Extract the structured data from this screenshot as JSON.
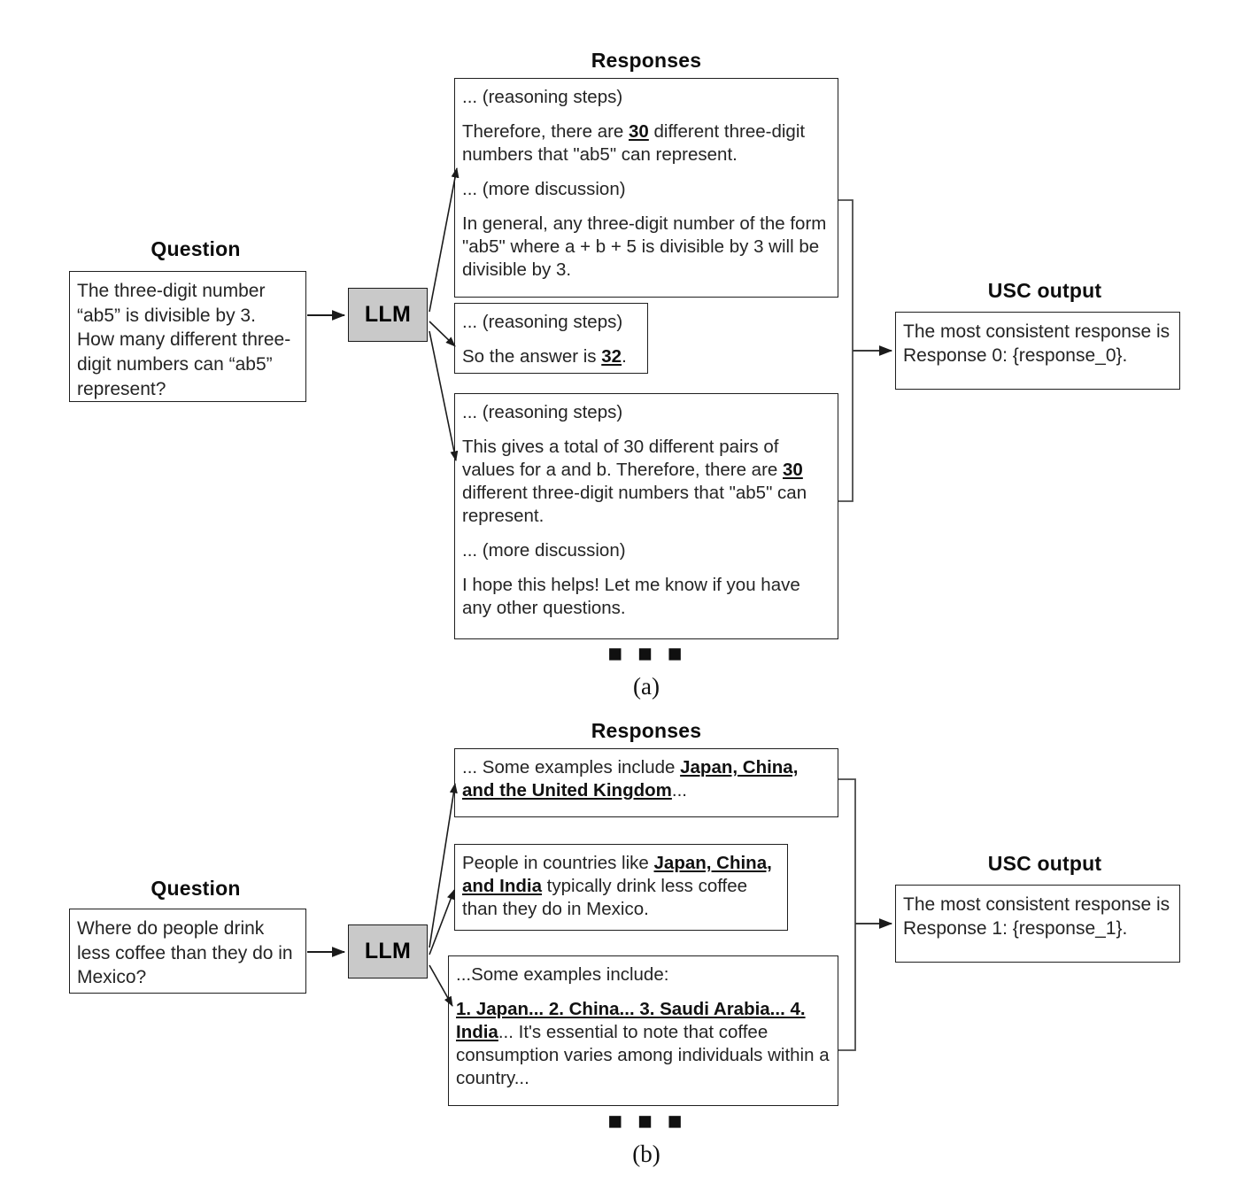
{
  "figure": {
    "panels": [
      {
        "id": "a",
        "caption": "(a)",
        "ellipsis": "▪ ▪ ▪",
        "question_title": "Question",
        "question_text": "The three-digit number “ab5” is divisible by 3. How many different three-digit numbers can “ab5” represent?",
        "model_label": "LLM",
        "responses_title": "Responses",
        "responses": [
          {
            "name": "response-0",
            "lines": [
              "... (reasoning steps)",
              "Therefore, there are <b class=\"u\">30</b> different three-digit numbers that \"ab5\" can represent.",
              "... (more discussion)",
              "In general, any three-digit number of the form \"ab5\" where a + b + 5 is divisible by 3 will be divisible by 3."
            ]
          },
          {
            "name": "response-1",
            "lines": [
              "... (reasoning steps)",
              "So the answer is <b class=\"u\">32</b>."
            ]
          },
          {
            "name": "response-2",
            "lines": [
              "... (reasoning steps)",
              "This gives a total of 30 different pairs of values for a and b. Therefore, there are <b class=\"u\">30</b> different three-digit numbers that \"ab5\" can represent.",
              "... (more discussion)",
              "I hope this helps! Let me know if you have any other questions."
            ]
          }
        ],
        "output_title": "USC output",
        "output_text": "The most consistent response is Response 0: {response_0}."
      },
      {
        "id": "b",
        "caption": "(b)",
        "ellipsis": "▪ ▪ ▪",
        "question_title": "Question",
        "question_text": "Where do people drink less coffee than they do in Mexico?",
        "model_label": "LLM",
        "responses_title": "Responses",
        "responses": [
          {
            "name": "response-0",
            "lines": [
              "... Some examples include <b class=\"u\">Japan, China, and the United Kingdom</b>..."
            ]
          },
          {
            "name": "response-1",
            "lines": [
              "People in countries like <b class=\"u\">Japan, China, and India</b> typically drink less coffee than they do in Mexico."
            ]
          },
          {
            "name": "response-2",
            "lines": [
              "...Some examples include:",
              "<b class=\"u\">1. Japan... 2. China... 3. Saudi Arabia... 4. India</b>... It's essential to note that coffee consumption varies among individuals within a country..."
            ]
          }
        ],
        "output_title": "USC output",
        "output_text": "The most consistent response is Response 1: {response_1}."
      }
    ],
    "colors": {
      "llm_fill": "#c9c9c9",
      "stroke": "#1f1f1f",
      "text": "#242424",
      "background": "#ffffff"
    }
  }
}
